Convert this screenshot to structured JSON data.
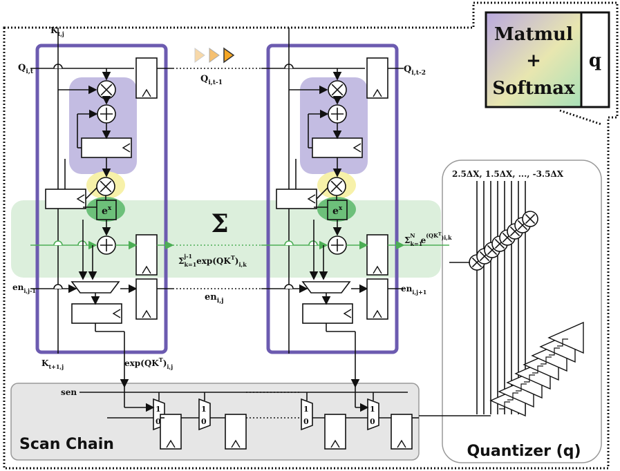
{
  "colors": {
    "purple": "#6c5bb0",
    "purple_fill": "#b9b0dd",
    "green": "#4cae55",
    "green_fill": "#dcefdc",
    "green_dark": "#6dc07a",
    "yellow": "#f7f1a9",
    "orange": "#f5a623",
    "gray_fill": "#e6e6e6"
  },
  "legend": {
    "block_label": "Matmul\n+\nSoftmax",
    "q_label": "q"
  },
  "left_block": {
    "in_k": "K",
    "in_k_sub": "t,j",
    "in_q": "Q",
    "in_q_sub": "i,t",
    "out_k": "K",
    "out_k_sub": "t+1,j",
    "out_exp": "exp(QK",
    "out_exp_sup": "T",
    "out_exp_sub": "i,j",
    "in_en": "en",
    "in_en_sub": "i,j-1",
    "ex_label": "e",
    "ex_sup": "x"
  },
  "middle": {
    "q_label": "Q",
    "q_sub": "i,t-1",
    "sigma": "Σ",
    "sum_label": "exp(QK",
    "sum_sup": "T",
    "sum_sub": "i,k",
    "sum_prefix": "Σ",
    "sum_from": "k=1",
    "sum_to": "j-1",
    "en_label": "en",
    "en_sub": "i,j"
  },
  "right_block": {
    "out_q": "Q",
    "out_q_sub": "i,t-2",
    "out_en": "en",
    "out_en_sub": "i,j+1",
    "ex_label": "e",
    "ex_sup": "x"
  },
  "quantizer": {
    "levels": "2.5Δ",
    "levels_full": "2.5ΔX, 1.5ΔX, ..., -3.5ΔX",
    "sum_label": "Σ",
    "sum_from": "k=1",
    "sum_to": "N",
    "sum_expr": "e",
    "sum_sup": "(QK",
    "sum_sup_t": "T",
    "sum_sup_sub": ")i,k",
    "title": "Quantizer (q)"
  },
  "scan_chain": {
    "title": "Scan Chain",
    "sen_label": "sen",
    "mux_one": "1",
    "mux_zero": "0"
  }
}
